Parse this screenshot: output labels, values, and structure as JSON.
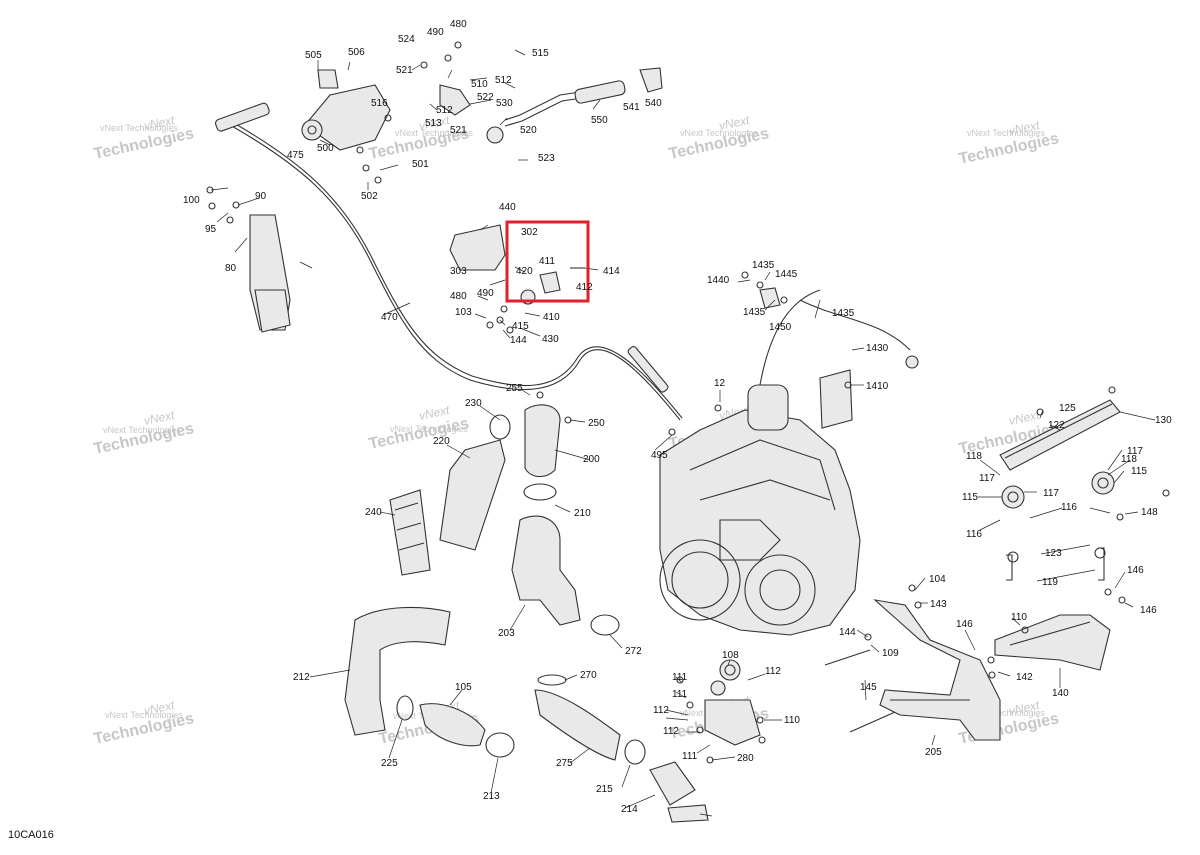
{
  "diagram_code": "10CA016",
  "watermark": {
    "line1": "vNext",
    "line2": "Technologies",
    "side": "vNext Technologies"
  },
  "highlight": {
    "color": "#e0202a"
  },
  "callouts": [
    "480",
    "490",
    "524",
    "506",
    "505",
    "521",
    "510",
    "515",
    "512",
    "516",
    "522",
    "512",
    "530",
    "513",
    "521",
    "520",
    "550",
    "541",
    "540",
    "475",
    "500",
    "502",
    "501",
    "523",
    "100",
    "90",
    "95",
    "80",
    "440",
    "302",
    "411",
    "414",
    "420",
    "412",
    "303",
    "480",
    "490",
    "410",
    "103",
    "415",
    "144",
    "430",
    "470",
    "1440",
    "1435",
    "1445",
    "1435",
    "1450",
    "1435",
    "1430",
    "1410",
    "12",
    "255",
    "230",
    "250",
    "220",
    "200",
    "495",
    "210",
    "240",
    "125",
    "130",
    "122",
    "118",
    "117",
    "117",
    "118",
    "115",
    "117",
    "115",
    "116",
    "148",
    "116",
    "123",
    "119",
    "146",
    "104",
    "143",
    "146",
    "110",
    "146",
    "142",
    "144",
    "109",
    "145",
    "140",
    "205",
    "203",
    "272",
    "212",
    "270",
    "105",
    "108",
    "112",
    "111",
    "111",
    "112",
    "110",
    "112",
    "111",
    "280",
    "225",
    "275",
    "213",
    "215",
    "214"
  ]
}
